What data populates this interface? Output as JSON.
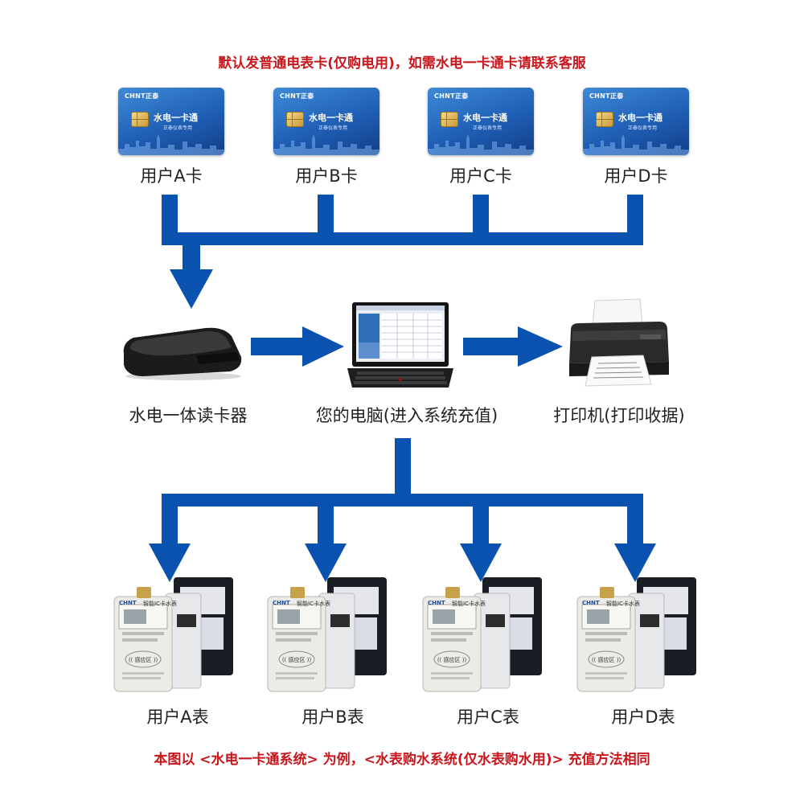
{
  "header": {
    "notice": "默认发普通电表卡(仅购电用)，如需水电一卡通卡请联系客服"
  },
  "card_face": {
    "brand": "CHNT正泰",
    "title": "水电一卡通",
    "subtitle": "正泰仪表专用"
  },
  "cards": [
    {
      "label": "用户A卡"
    },
    {
      "label": "用户B卡"
    },
    {
      "label": "用户C卡"
    },
    {
      "label": "用户D卡"
    }
  ],
  "devices": {
    "reader": {
      "label": "水电一体读卡器"
    },
    "computer": {
      "label": "您的电脑(进入系统充值)"
    },
    "printer": {
      "label": "打印机(打印收据)"
    }
  },
  "meter_face": {
    "brand": "CHNT",
    "title": "智能IC卡水表",
    "sense": "(( 感应区 ))"
  },
  "meters": [
    {
      "label": "用户A表"
    },
    {
      "label": "用户B表"
    },
    {
      "label": "用户C表"
    },
    {
      "label": "用户D表"
    }
  ],
  "footer": {
    "notice": "本图以 <水电一卡通系统> 为例，<水表购水系统(仅水表购水用)> 充值方法相同"
  },
  "colors": {
    "arrow": "#0a52b0",
    "notice": "#c8161d",
    "card": "#1f5fb5"
  }
}
